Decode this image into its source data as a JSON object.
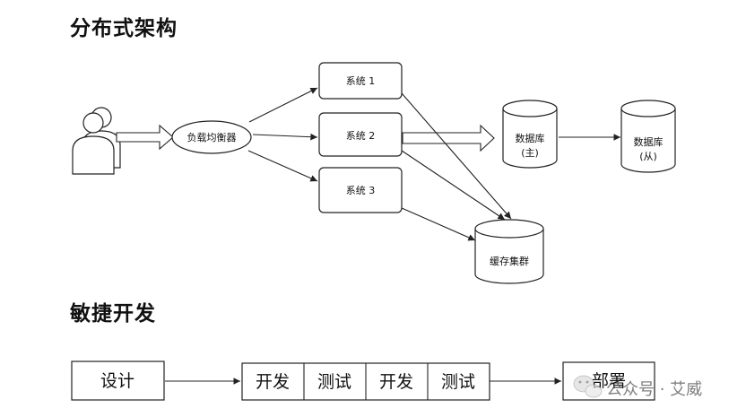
{
  "headings": {
    "distributed": "分布式架构",
    "agile": "敏捷开发"
  },
  "diagram1": {
    "load_balancer": "负载均衡器",
    "system1": "系统 1",
    "system2": "系统 2",
    "system3": "系统 3",
    "db_main_line1": "数据库",
    "db_main_line2": "(主)",
    "db_slave_line1": "数据库",
    "db_slave_line2": "(从)",
    "cache": "缓存集群",
    "users_icon": "users-icon"
  },
  "diagram2": {
    "design": "设计",
    "dev1": "开发",
    "test1": "测试",
    "dev2": "开发",
    "test2": "测试",
    "deploy": "部署"
  },
  "watermark": {
    "text": "公众号 · 艾威",
    "icon": "wechat-icon"
  }
}
